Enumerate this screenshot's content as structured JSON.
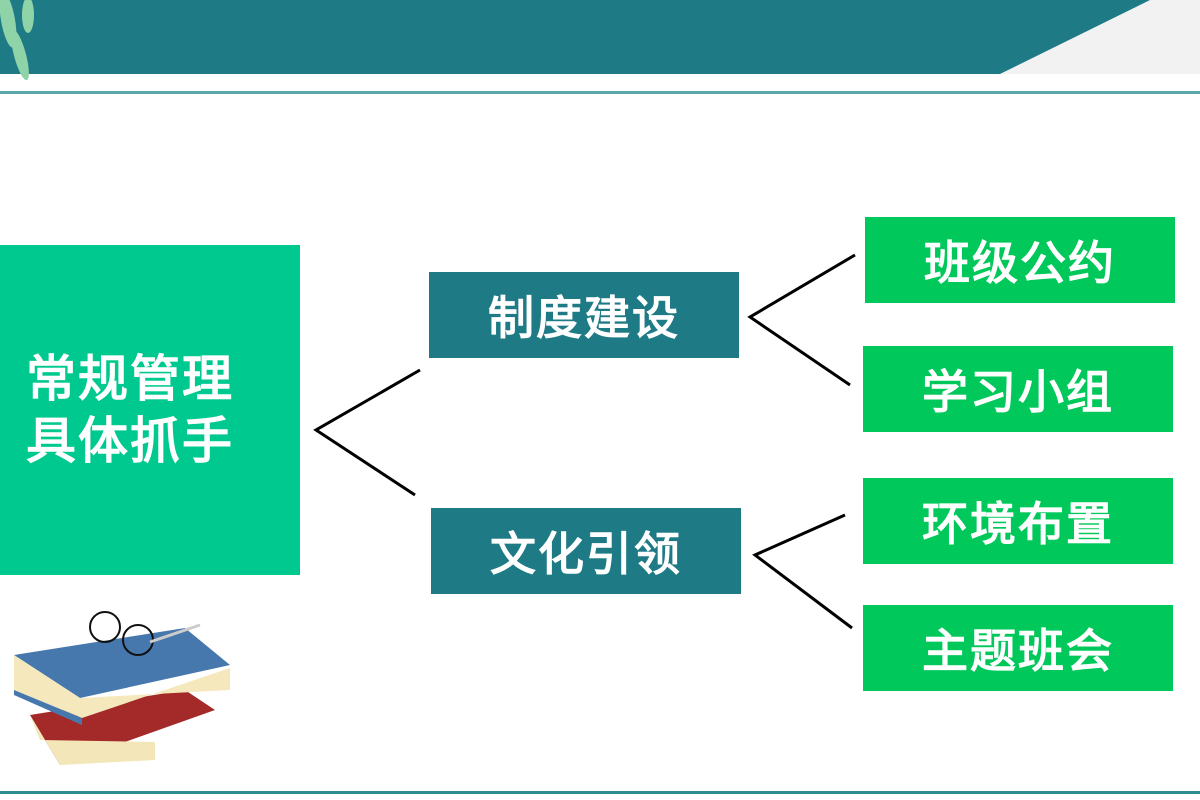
{
  "root": {
    "line1": "常规管理",
    "line2": "具体抓手"
  },
  "branches": [
    {
      "label": "制度建设",
      "children": [
        "班级公约",
        "学习小组"
      ]
    },
    {
      "label": "文化引领",
      "children": [
        "环境布置",
        "主题班会"
      ]
    }
  ],
  "colors": {
    "header": "#1e7a85",
    "root": "#00c98f",
    "branch": "#1e7a85",
    "leaf": "#00c85a"
  }
}
